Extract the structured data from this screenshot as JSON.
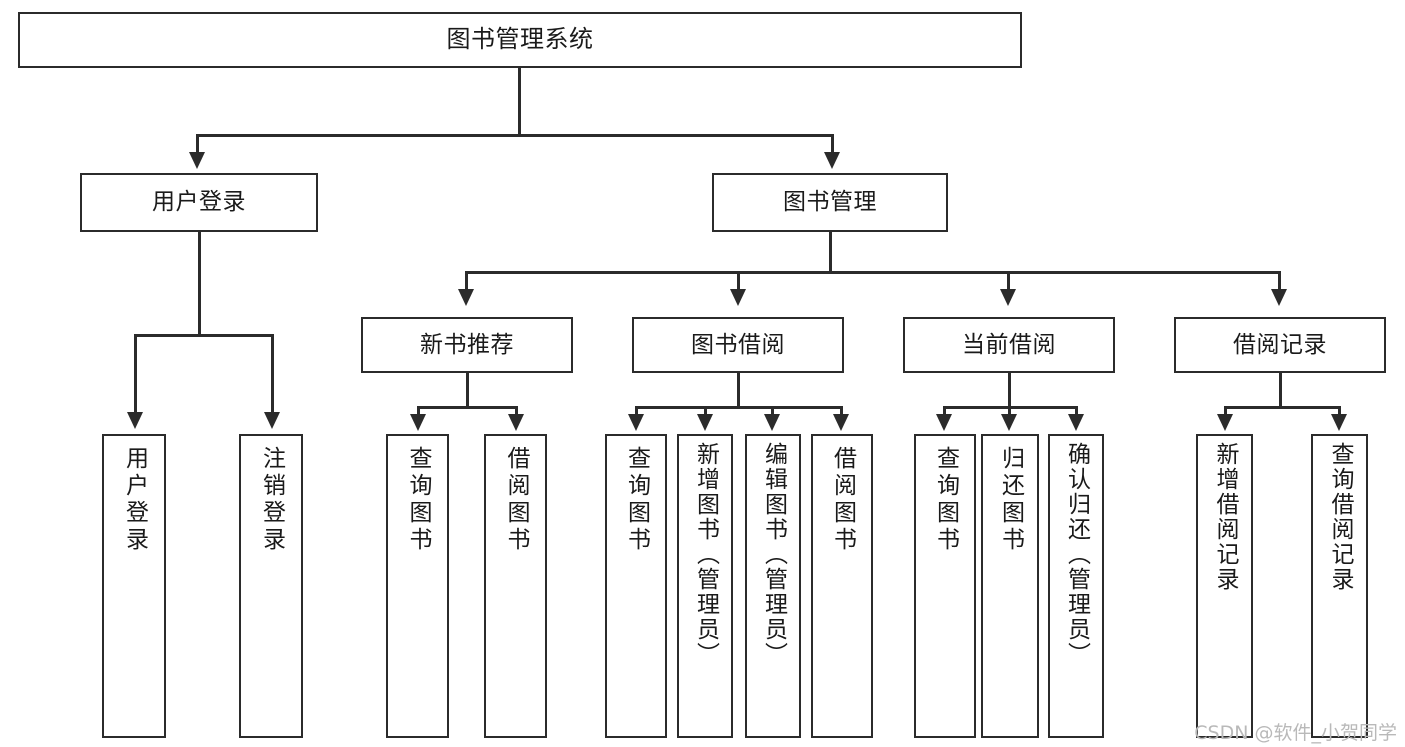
{
  "diagram": {
    "title": "图书管理系统",
    "type": "functional-structure-tree",
    "root": {
      "label": "图书管理系统"
    },
    "level1": [
      {
        "id": "user-login",
        "label": "用户登录"
      },
      {
        "id": "book-management",
        "label": "图书管理"
      }
    ],
    "level2": [
      {
        "id": "new-book-recommend",
        "label": "新书推荐",
        "parent": "book-management"
      },
      {
        "id": "book-borrow",
        "label": "图书借阅",
        "parent": "book-management"
      },
      {
        "id": "current-borrow",
        "label": "当前借阅",
        "parent": "book-management"
      },
      {
        "id": "borrow-record",
        "label": "借阅记录",
        "parent": "book-management"
      }
    ],
    "leaves": [
      {
        "id": "leaf-user-login",
        "label": "用户登录",
        "parent": "user-login"
      },
      {
        "id": "leaf-logout-login",
        "label": "注销登录",
        "parent": "user-login"
      },
      {
        "id": "leaf-query-book-1",
        "label": "查询图书",
        "parent": "new-book-recommend"
      },
      {
        "id": "leaf-borrow-book-1",
        "label": "借阅图书",
        "parent": "new-book-recommend"
      },
      {
        "id": "leaf-query-book-2",
        "label": "查询图书",
        "parent": "book-borrow"
      },
      {
        "id": "leaf-add-book",
        "label": "新增图书（管理员）",
        "parent": "book-borrow"
      },
      {
        "id": "leaf-edit-book",
        "label": "编辑图书（管理员）",
        "parent": "book-borrow"
      },
      {
        "id": "leaf-borrow-book-2",
        "label": "借阅图书",
        "parent": "book-borrow"
      },
      {
        "id": "leaf-query-book-3",
        "label": "查询图书",
        "parent": "current-borrow"
      },
      {
        "id": "leaf-return-book",
        "label": "归还图书",
        "parent": "current-borrow"
      },
      {
        "id": "leaf-confirm-return",
        "label": "确认归还（管理员）",
        "parent": "current-borrow"
      },
      {
        "id": "leaf-add-record",
        "label": "新增借阅记录",
        "parent": "borrow-record"
      },
      {
        "id": "leaf-query-record",
        "label": "查询借阅记录",
        "parent": "borrow-record"
      }
    ],
    "colors": {
      "stroke": "#2b2b2b",
      "fill": "#ffffff",
      "text": "#1a1a1a",
      "watermark": "#b9b9b9",
      "background": "#ffffff"
    }
  },
  "watermark": {
    "text": "CSDN @软件_小贺同学"
  }
}
